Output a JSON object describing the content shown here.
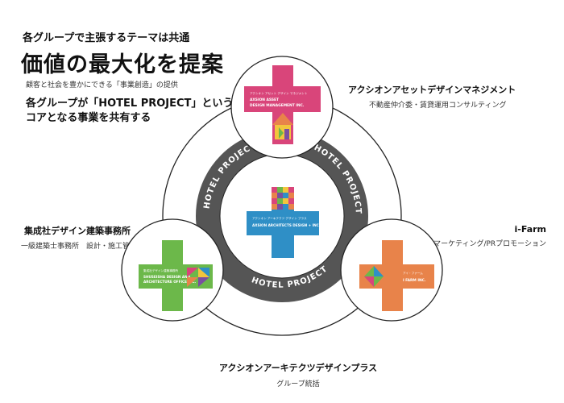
{
  "heading": {
    "subtitle": "各グループで主張するテーマは共通",
    "title": "価値の最大化を提案",
    "tagline": "顧客と社会を豊かにできる「事業創造」の提供",
    "statement_line1": "各グループが「HOTEL PROJECT」という",
    "statement_line2": "コアとなる事業を共有する"
  },
  "ring": {
    "labels": [
      "HOTEL PROJECT",
      "HOTEL PROJECT",
      "HOTEL PROJECT"
    ],
    "color": "#555555"
  },
  "companies": {
    "asset": {
      "name": "アクシオンアセットデザインマネジメント",
      "desc": "不動産仲介委・賃貸運用コンサルティング",
      "logo_jp": "アクシオン アセット デザイン マネジメント",
      "logo_en1": "AXSION ASSET",
      "logo_en2": "DESIGN MANAGEMENT INC.",
      "color": "#d9457a"
    },
    "architects": {
      "name": "集成社デザイン建築事務所",
      "desc": "一級建築士事務所　設計・施工管理",
      "logo_jp": "集成社デザイン建築事務所",
      "logo_en1": "SHUSEISHA DESIGN AND",
      "logo_en2": "ARCHITECTURE OFFICE INC.",
      "color": "#6cb84a"
    },
    "farm": {
      "name": "i-Farm",
      "desc": "マーケティング/PRプロモーション",
      "logo_jp": "アイ・ファーム",
      "logo_en1": "I FARM INC.",
      "color": "#e8834a"
    },
    "plus": {
      "name": "アクシオンアーキテクツデザインプラス",
      "desc": "グループ統括",
      "logo_jp": "アクシオン アーキテクツ デザイン プラス",
      "logo_en1": "AXSION ARCHITECTS DESIGN + INC.",
      "color": "#2f8fc6"
    }
  },
  "mosaic_colors": [
    "#d9457a",
    "#2f8fc6",
    "#6cb84a",
    "#e8834a",
    "#f2c53d",
    "#7a4fa0"
  ]
}
